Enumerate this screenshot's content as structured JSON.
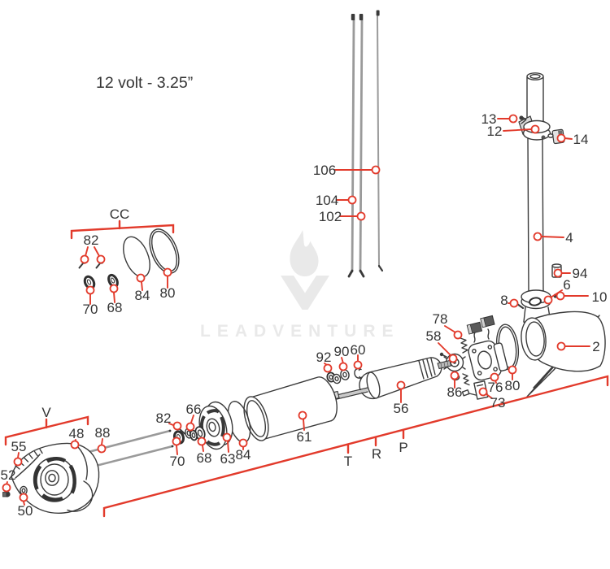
{
  "title": "12 volt - 3.25”",
  "watermark_text": "LEADVENTURE",
  "colors": {
    "accent_red": "#e23a2b",
    "line_ink": "#3a3a3a",
    "label_ink": "#343434",
    "watermark_gray": "#e9e9e9"
  },
  "brackets": {
    "cc": "CC",
    "v": "V",
    "t": "T",
    "r": "R",
    "p": "P"
  },
  "parts": {
    "rod_106": "106",
    "rod_104": "104",
    "rod_102": "102",
    "screw_13": "13",
    "collar_12": "12",
    "bracket_14": "14",
    "shaft_4": "4",
    "bushing_94": "94",
    "ring_6": "6",
    "screw_10": "10",
    "screw_8": "8",
    "lower_unit_2": "2",
    "spring_78": "78",
    "bearing_58": "58",
    "washer_86": "86",
    "brush_plate_76": "76",
    "brush_holder_73": "73",
    "oring_80_motor": "80",
    "armature_56": "56",
    "washers_92": "92",
    "washer_90": "90",
    "clip_60": "60",
    "motor_housing_61": "61",
    "oring_84_motor": "84",
    "end_cap_63": "63",
    "washer_68_motor": "68",
    "seal_70_motor": "70",
    "screw_82_motor": "82",
    "washers_66": "66",
    "bolts_88": "88",
    "screw_48": "48",
    "prop_55": "55",
    "nut_52": "52",
    "washer_50": "50",
    "screws_82_cc": "82",
    "seal_70_cc": "70",
    "seal_68_cc": "68",
    "oring_84_cc": "84",
    "oring_80_cc": "80"
  }
}
